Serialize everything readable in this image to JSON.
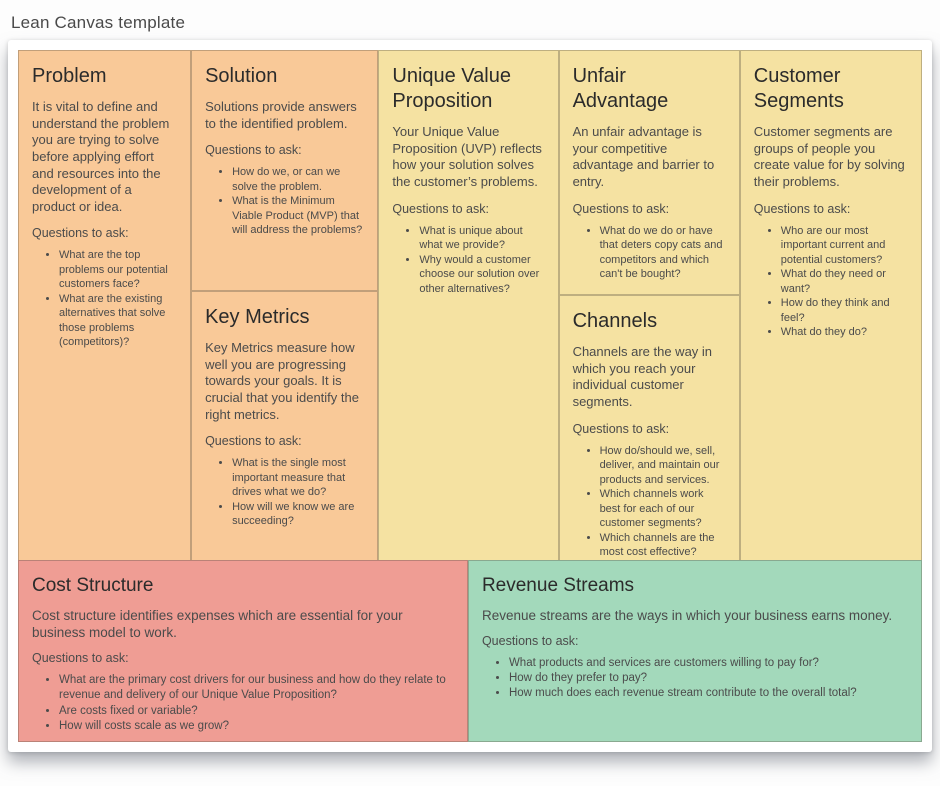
{
  "page": {
    "title": "Lean Canvas template"
  },
  "colors": {
    "peach": "#f9c998",
    "yellow": "#f5e2a2",
    "salmon": "#ef9d94",
    "green": "#a3d9bb"
  },
  "boxes": {
    "problem": {
      "title": "Problem",
      "description": "It is vital to define and understand the problem you are trying to solve before applying effort and resources into the development of a product or idea.",
      "questions_label": "Questions to ask:",
      "questions": [
        "What are the top problems our potential customers face?",
        "What are the existing alternatives that solve those problems (competitors)?"
      ],
      "bg": "#f9c998"
    },
    "solution": {
      "title": "Solution",
      "description": "Solutions provide answers to the identified problem.",
      "questions_label": "Questions to ask:",
      "questions": [
        "How do we, or can we solve the problem.",
        "What is the Minimum Viable Product (MVP) that will address the problems?"
      ],
      "bg": "#f9c998"
    },
    "key_metrics": {
      "title": "Key Metrics",
      "description": "Key Metrics measure how well you are progressing towards your goals. It is crucial that you identify the right metrics.",
      "questions_label": "Questions to ask:",
      "questions": [
        "What is the single most important measure that drives what we do?",
        "How will we know we are succeeding?"
      ],
      "bg": "#f9c998"
    },
    "unique_value_proposition": {
      "title": "Unique Value Proposition",
      "description": "Your Unique Value Proposition (UVP) reflects how your solution solves the customer’s problems.",
      "questions_label": "Questions to ask:",
      "questions": [
        "What is unique about what we provide?",
        "Why would a customer choose our solution over other alternatives?"
      ],
      "bg": "#f5e2a2"
    },
    "unfair_advantage": {
      "title": "Unfair Advantage",
      "description": "An unfair advantage is your competitive advantage and barrier to entry.",
      "questions_label": "Questions to ask:",
      "questions": [
        "What do we do or have that deters copy cats and competitors and which can't be bought?"
      ],
      "bg": "#f5e2a2"
    },
    "channels": {
      "title": "Channels",
      "description": "Channels are the way in which you reach your individual customer segments.",
      "questions_label": "Questions to ask:",
      "questions": [
        "How do/should we, sell, deliver, and maintain our products and services.",
        "Which channels work best for each of our customer segments?",
        "Which channels are the most cost effective?"
      ],
      "bg": "#f5e2a2"
    },
    "customer_segments": {
      "title": "Customer Segments",
      "description": "Customer segments are groups of people you create value for by solving their problems.",
      "questions_label": "Questions to ask:",
      "questions": [
        "Who are our most important current and potential customers?",
        "What do they need or want?",
        "How do they think and feel?",
        "What do they do?"
      ],
      "bg": "#f5e2a2"
    },
    "cost_structure": {
      "title": "Cost Structure",
      "description": "Cost structure identifies expenses which are essential for your business model to work.",
      "questions_label": "Questions to ask:",
      "questions": [
        "What are the primary cost drivers for our business and how do they relate to revenue and delivery of our Unique Value Proposition?",
        "Are costs fixed or variable?",
        "How will costs scale as we grow?"
      ],
      "bg": "#ef9d94"
    },
    "revenue_streams": {
      "title": "Revenue Streams",
      "description": "Revenue streams are the ways in which your business earns money.",
      "questions_label": "Questions to ask:",
      "questions": [
        "What products and services are customers willing to pay for?",
        "How do they prefer to pay?",
        "How much does each revenue stream contribute to the overall total?"
      ],
      "bg": "#a3d9bb"
    }
  }
}
